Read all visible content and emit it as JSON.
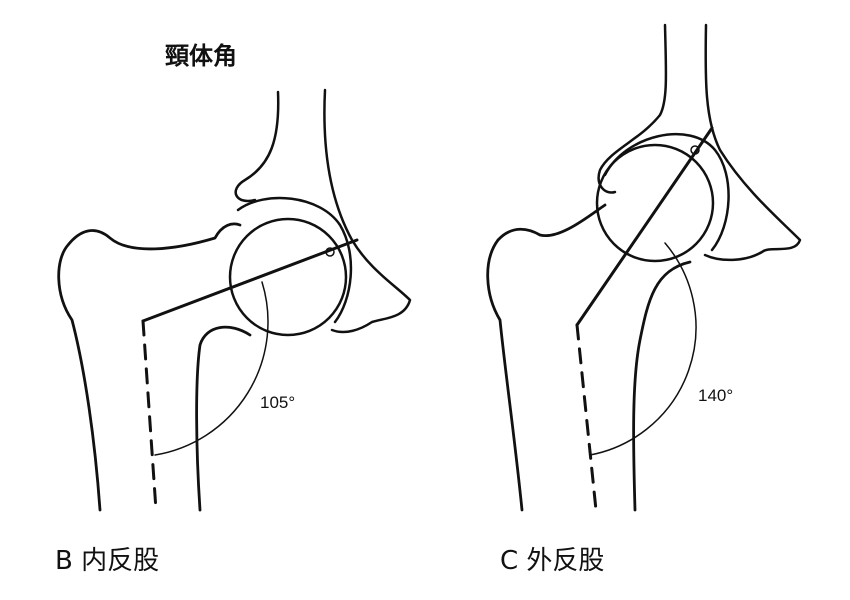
{
  "title": "頸体角",
  "figures": [
    {
      "caption": "B 内反股",
      "angle_label": "105°",
      "angle_deg": 105
    },
    {
      "caption": "C 外反股",
      "angle_label": "140°",
      "angle_deg": 140
    }
  ],
  "colors": {
    "ink": "#111111",
    "background": "#ffffff"
  }
}
